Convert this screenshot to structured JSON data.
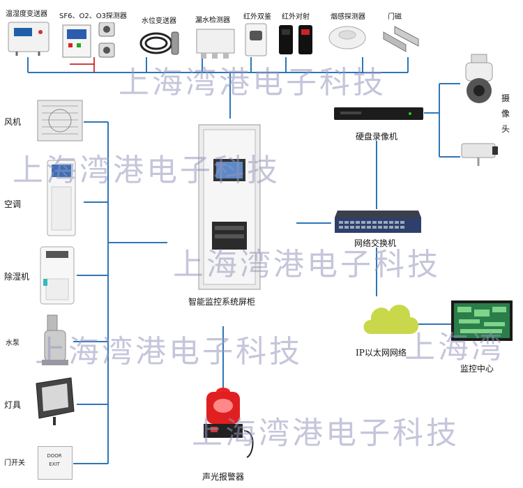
{
  "colors": {
    "line": "#2e75b6",
    "red_line": "#c00000",
    "watermark": "#9696be",
    "cloud": "#c8d84a"
  },
  "top_devices": [
    {
      "label": "温湿度变送器",
      "icon": "temp-humidity-transmitter-icon"
    },
    {
      "label": "SF6、O2、O3探测器",
      "icon": "gas-detector-icon"
    },
    {
      "label": "水位变送器",
      "icon": "water-level-transmitter-icon"
    },
    {
      "label": "漏水检测器",
      "icon": "leak-detector-icon"
    },
    {
      "label": "红外双鉴",
      "icon": "dual-tech-sensor-icon"
    },
    {
      "label": "红外对射",
      "icon": "infrared-beam-icon"
    },
    {
      "label": "烟感探测器",
      "icon": "smoke-detector-icon"
    },
    {
      "label": "门磁",
      "icon": "door-contact-icon"
    }
  ],
  "left_devices": [
    {
      "label": "风机",
      "icon": "fan-icon"
    },
    {
      "label": "空调",
      "icon": "air-conditioner-icon"
    },
    {
      "label": "除湿机",
      "icon": "dehumidifier-icon"
    },
    {
      "label": "水泵",
      "icon": "water-pump-icon"
    },
    {
      "label": "灯具",
      "icon": "floodlight-icon"
    },
    {
      "label": "门开关",
      "icon": "door-switch-icon"
    }
  ],
  "door_switch_text": {
    "line1": "DOOR",
    "line2": "EXIT"
  },
  "center": {
    "label": "智能监控系统屏柜"
  },
  "right": {
    "camera_label": "摄像头",
    "nvr_label": "硬盘录像机",
    "switch_label": "网络交换机",
    "network_label": "IP以太网网络",
    "monitor_label": "监控中心"
  },
  "bottom": {
    "alarm_label": "声光报警器"
  },
  "watermark": "上海湾港电子科技",
  "watermark_short": "上海湾"
}
